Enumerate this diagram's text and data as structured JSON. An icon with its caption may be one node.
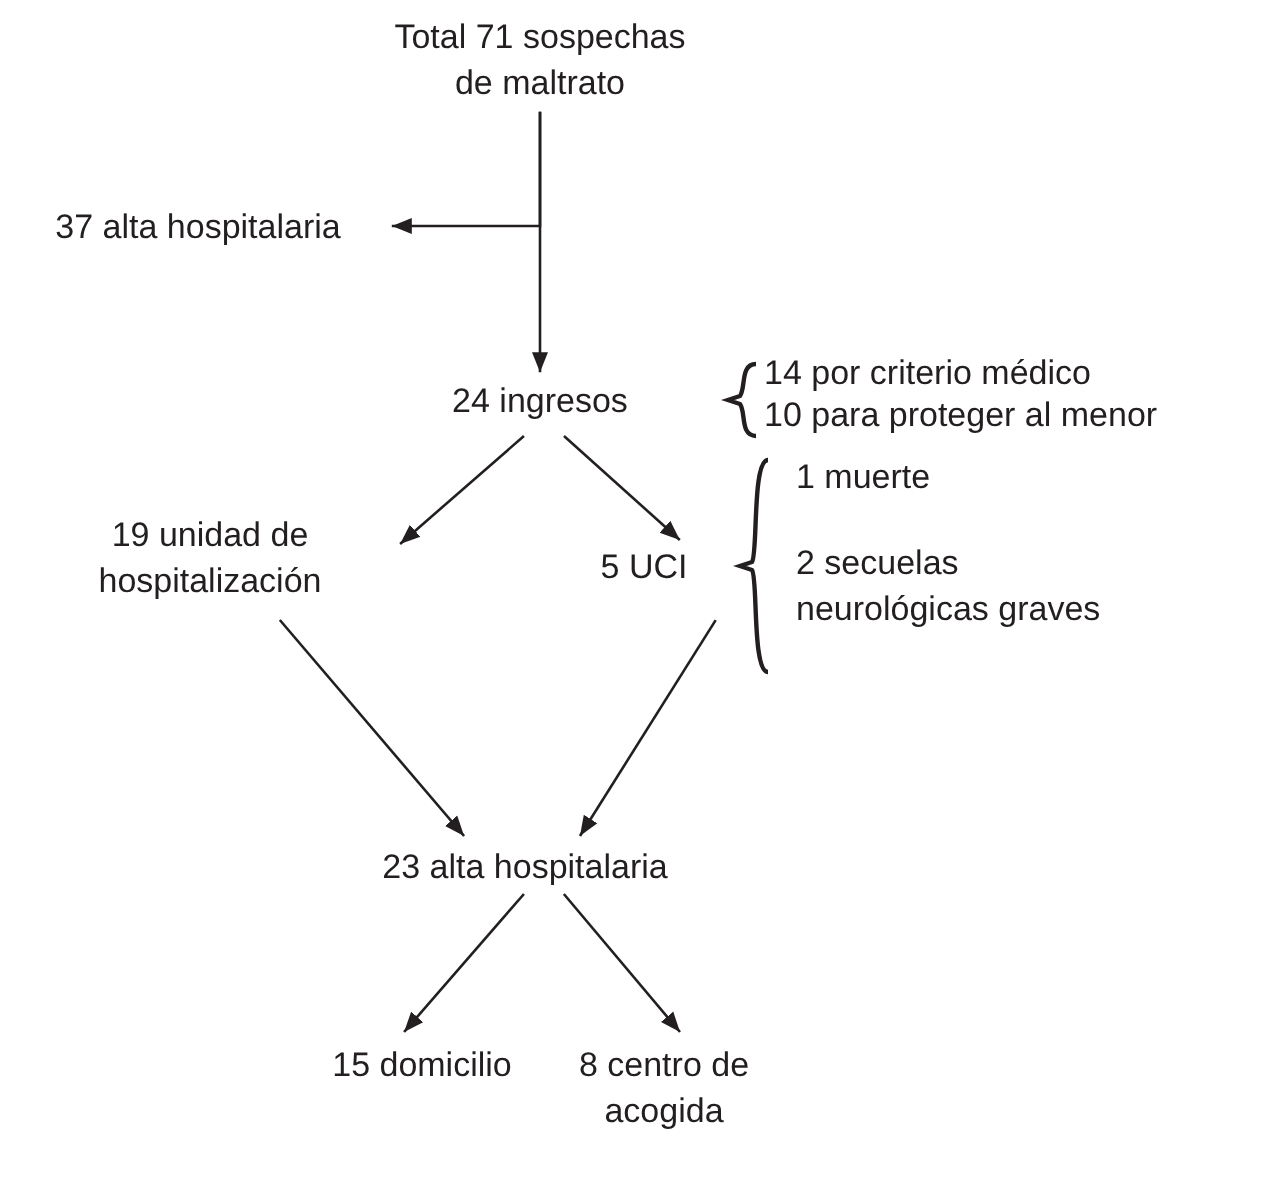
{
  "diagram": {
    "nodes": [
      {
        "text": [
          "Total 71 sospechas de maltrato"
        ]
      },
      {
        "text": [
          "37 alta hospitalaria"
        ]
      },
      {
        "text": [
          "24 ingresos"
        ],
        "beside": [
          "14 por criterio médico",
          "10 para proteger al menor"
        ]
      },
      {
        "text": [
          "19 unidad de hospitalización"
        ]
      },
      {
        "text": [
          "5 UCI"
        ],
        "beside": [
          "1 muerte",
          "2 secuelas neurológicas graves"
        ]
      },
      {
        "text": [
          "23 alta hospitalaria"
        ]
      },
      {
        "text": [
          "15 domicilio"
        ]
      },
      {
        "text": [
          "8 centro de acogida"
        ]
      }
    ],
    "edges": [
      {
        "from": 0,
        "to": 2,
        "arrow": "to"
      },
      {
        "from": 0,
        "to": 1,
        "arrow": "to"
      },
      {
        "from": 2,
        "to": 3,
        "arrow": "to"
      },
      {
        "from": 2,
        "to": 4,
        "arrow": "to"
      },
      {
        "from": 3,
        "to": 5,
        "arrow": "to"
      },
      {
        "from": 4,
        "to": 5,
        "arrow": "to"
      },
      {
        "from": 5,
        "to": 6,
        "arrow": "to"
      },
      {
        "from": 5,
        "to": 7,
        "arrow": "to"
      }
    ]
  }
}
